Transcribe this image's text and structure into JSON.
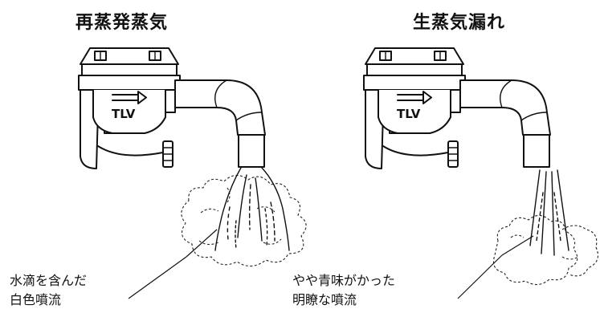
{
  "titles": {
    "left": "再蒸発蒸気",
    "right": "生蒸気漏れ"
  },
  "captions": {
    "left": [
      "水滴を含んだ",
      "白色噴流"
    ],
    "right": [
      "やや青味がかった",
      "明瞭な噴流"
    ]
  },
  "device": {
    "logo_text": "TLV",
    "logo_icon": "arrow-right-icon"
  }
}
